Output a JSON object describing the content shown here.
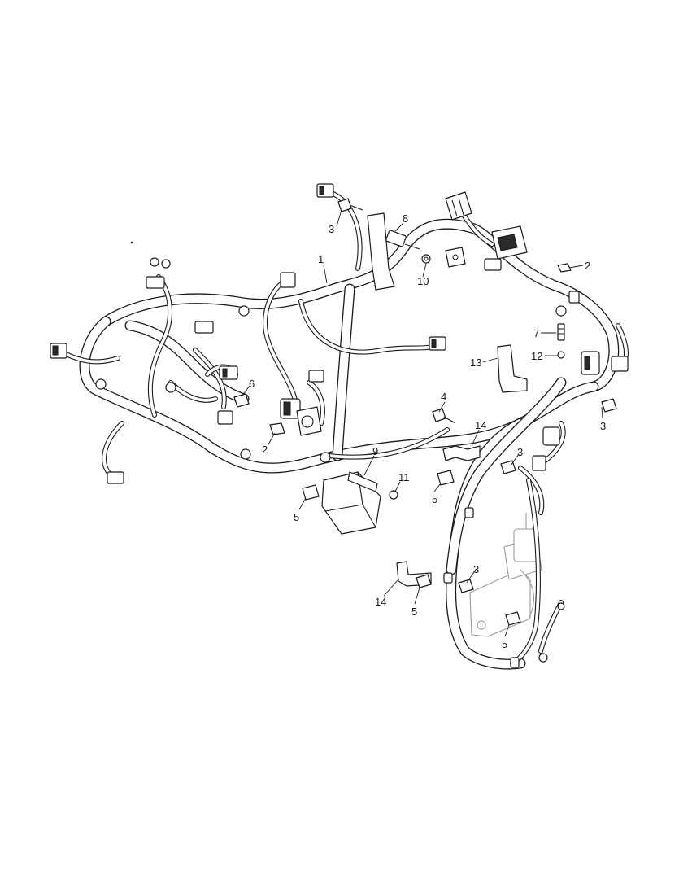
{
  "diagram": {
    "callouts": [
      {
        "label": "1"
      },
      {
        "label": "2"
      },
      {
        "label": "2"
      },
      {
        "label": "3"
      },
      {
        "label": "3"
      },
      {
        "label": "3"
      },
      {
        "label": "3"
      },
      {
        "label": "4"
      },
      {
        "label": "5"
      },
      {
        "label": "5"
      },
      {
        "label": "5"
      },
      {
        "label": "5"
      },
      {
        "label": "6"
      },
      {
        "label": "7"
      },
      {
        "label": "8"
      },
      {
        "label": "9"
      },
      {
        "label": "10"
      },
      {
        "label": "11"
      },
      {
        "label": "12"
      },
      {
        "label": "13"
      },
      {
        "label": "14"
      },
      {
        "label": "14"
      }
    ]
  }
}
